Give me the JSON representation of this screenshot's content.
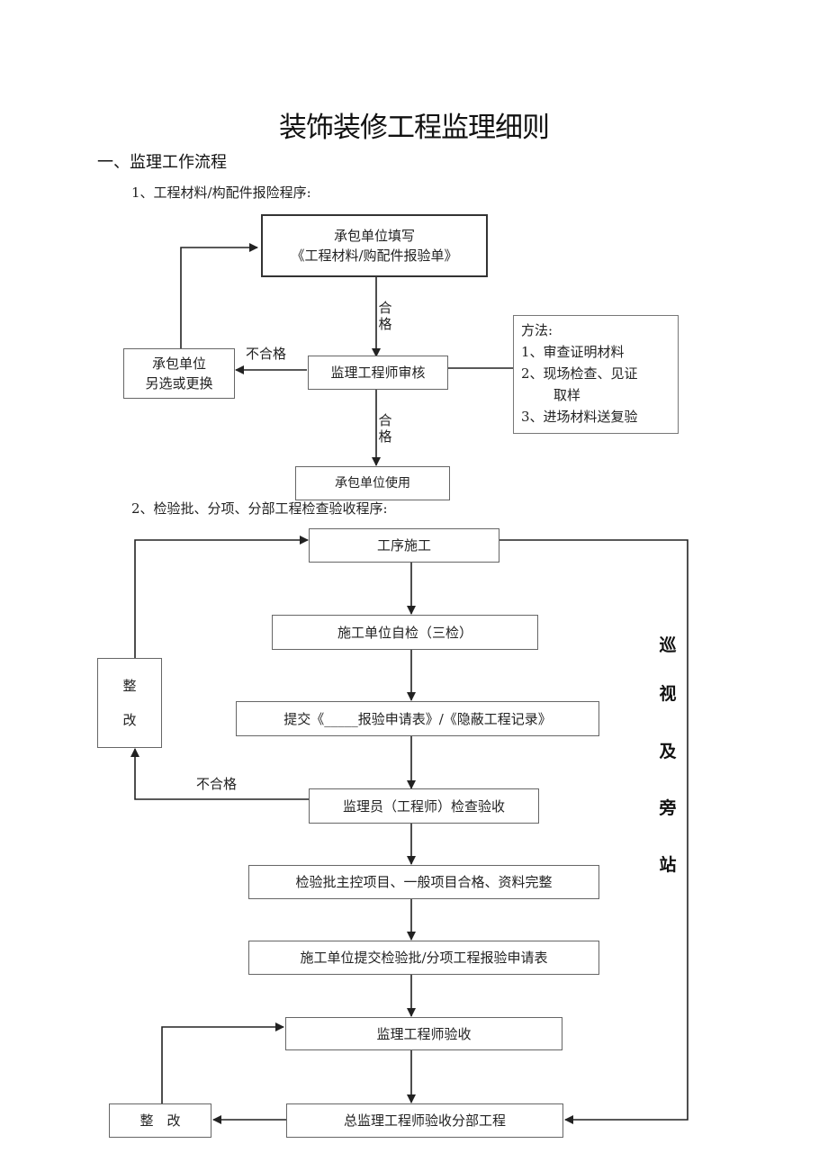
{
  "title": "装饰装修工程监理细则",
  "section1": {
    "heading": "一、监理工作流程"
  },
  "flow1": {
    "heading": "1、工程材料/构配件报险程序:",
    "box_fill_line1": "承包单位填写",
    "box_fill_line2": "《工程材料/购配件报验单》",
    "pass_label_1": "合格",
    "box_review": "监理工程师审核",
    "fail_label": "不合格",
    "box_replace_line1": "承包单位",
    "box_replace_line2": "另选或更换",
    "methods": [
      "方法:",
      "1、审查证明材料",
      "2、现场检查、见证",
      "取样",
      "3、进场材料送复验"
    ],
    "pass_label_2": "合格",
    "box_use": "承包单位使用"
  },
  "flow2": {
    "heading": "2、检验批、分项、分部工程检查验收程序:",
    "box_process": "工序施工",
    "box_self_check": "施工单位自检（三检）",
    "box_submit": "提交《_____报验申请表》/《隐蔽工程记录》",
    "box_inspect": "监理员（工程师）检查验收",
    "box_items": "检验批主控项目、一般项目合格、资料完整",
    "box_submit_report": "施工单位提交检验批/分项工程报验申请表",
    "box_engineer_accept": "监理工程师验收",
    "box_chief_accept": "总监理工程师验收分部工程",
    "fail_label": "不合格",
    "rectify_upper_1": "整",
    "rectify_upper_2": "改",
    "rectify_lower": "整　改",
    "side_text": [
      "巡",
      "视",
      "及",
      "旁",
      "站"
    ]
  }
}
